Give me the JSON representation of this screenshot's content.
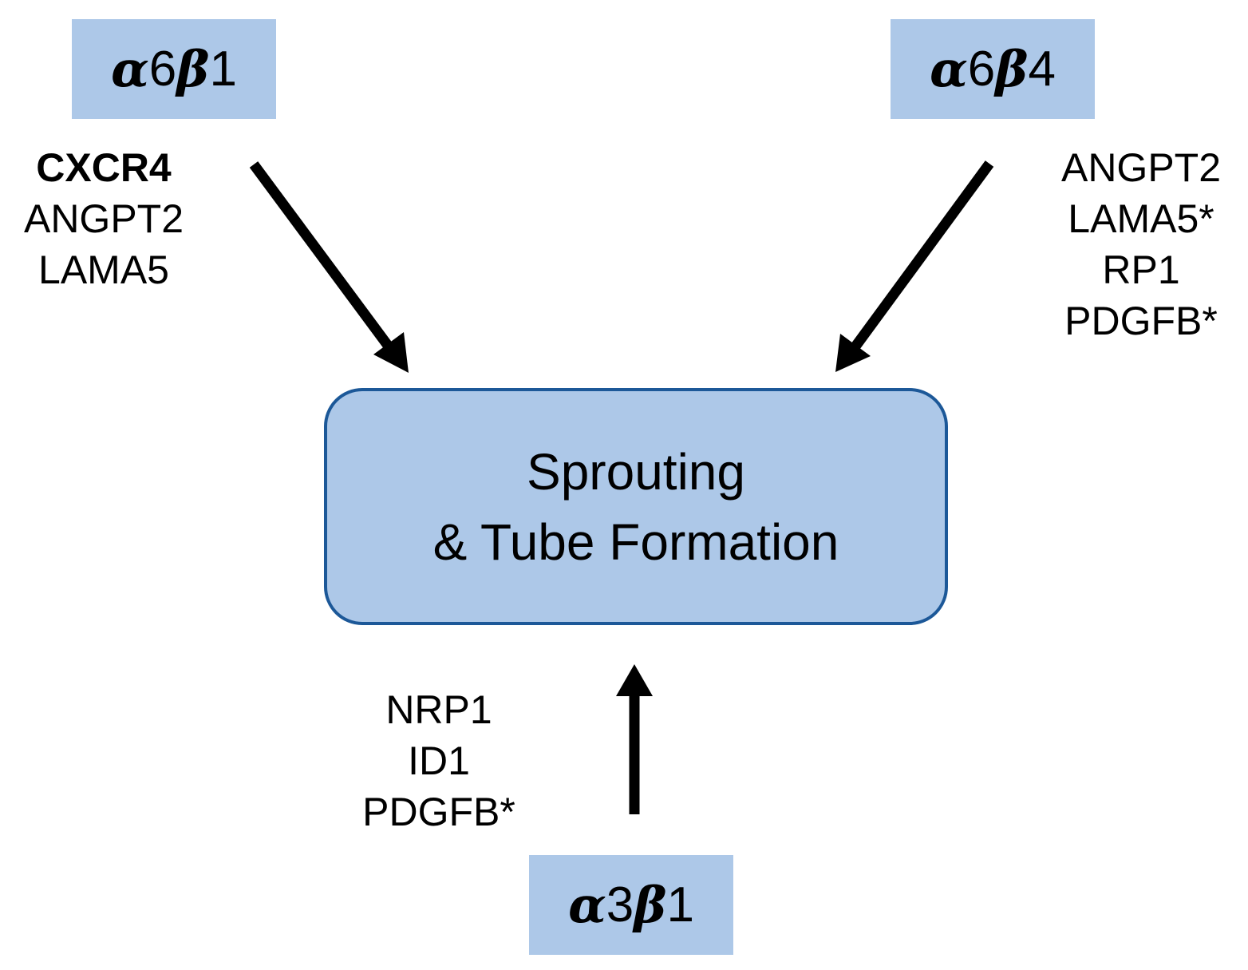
{
  "integrins": {
    "top_left": {
      "alpha": "α",
      "a_num": "6",
      "beta": "β",
      "b_num": "1"
    },
    "top_right": {
      "alpha": "α",
      "a_num": "6",
      "beta": "β",
      "b_num": "4"
    },
    "bottom": {
      "alpha": "α",
      "a_num": "3",
      "beta": "β",
      "b_num": "1"
    }
  },
  "genes": {
    "top_left": [
      "CXCR4",
      "ANGPT2",
      "LAMA5"
    ],
    "top_right": [
      "ANGPT2",
      "LAMA5*",
      "RP1",
      "PDGFB*"
    ],
    "bottom": [
      "NRP1",
      "ID1",
      "PDGFB*"
    ]
  },
  "process": {
    "line1": "Sprouting",
    "line2": "& Tube Formation"
  },
  "colors": {
    "box_fill": "#adc8e8",
    "process_border": "#1c5898",
    "arrow": "#000000"
  }
}
